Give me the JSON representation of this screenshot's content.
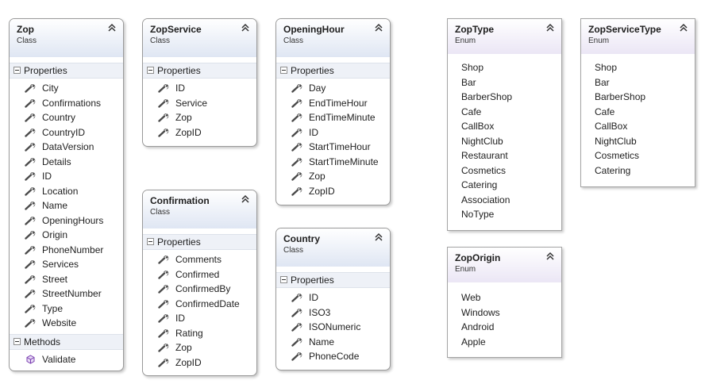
{
  "diagram": {
    "classes": [
      {
        "id": "zop",
        "name": "Zop",
        "stereotype": "Class",
        "properties_label": "Properties",
        "properties": [
          "City",
          "Confirmations",
          "Country",
          "CountryID",
          "DataVersion",
          "Details",
          "ID",
          "Location",
          "Name",
          "OpeningHours",
          "Origin",
          "PhoneNumber",
          "Services",
          "Street",
          "StreetNumber",
          "Type",
          "Website"
        ],
        "methods_label": "Methods",
        "methods": [
          "Validate"
        ]
      },
      {
        "id": "zopservice",
        "name": "ZopService",
        "stereotype": "Class",
        "properties_label": "Properties",
        "properties": [
          "ID",
          "Service",
          "Zop",
          "ZopID"
        ]
      },
      {
        "id": "confirmation",
        "name": "Confirmation",
        "stereotype": "Class",
        "properties_label": "Properties",
        "properties": [
          "Comments",
          "Confirmed",
          "ConfirmedBy",
          "ConfirmedDate",
          "ID",
          "Rating",
          "Zop",
          "ZopID"
        ]
      },
      {
        "id": "openinghour",
        "name": "OpeningHour",
        "stereotype": "Class",
        "properties_label": "Properties",
        "properties": [
          "Day",
          "EndTimeHour",
          "EndTimeMinute",
          "ID",
          "StartTimeHour",
          "StartTimeMinute",
          "Zop",
          "ZopID"
        ]
      },
      {
        "id": "country",
        "name": "Country",
        "stereotype": "Class",
        "properties_label": "Properties",
        "properties": [
          "ID",
          "ISO3",
          "ISONumeric",
          "Name",
          "PhoneCode"
        ]
      }
    ],
    "enums": [
      {
        "id": "zoptype",
        "name": "ZopType",
        "stereotype": "Enum",
        "values": [
          "Shop",
          "Bar",
          "BarberShop",
          "Cafe",
          "CallBox",
          "NightClub",
          "Restaurant",
          "Cosmetics",
          "Catering",
          "Association",
          "NoType"
        ]
      },
      {
        "id": "zopservicetype",
        "name": "ZopServiceType",
        "stereotype": "Enum",
        "values": [
          "Shop",
          "Bar",
          "BarberShop",
          "Cafe",
          "CallBox",
          "NightClub",
          "Cosmetics",
          "Catering"
        ]
      },
      {
        "id": "zoporigin",
        "name": "ZopOrigin",
        "stereotype": "Enum",
        "values": [
          "Web",
          "Windows",
          "Android",
          "Apple"
        ]
      }
    ]
  },
  "colors": {
    "class_header": "#dfe6f3",
    "enum_header": "#ebe6f5",
    "wrench": "#4a4a4a",
    "method_icon": "#7a3fb0"
  }
}
